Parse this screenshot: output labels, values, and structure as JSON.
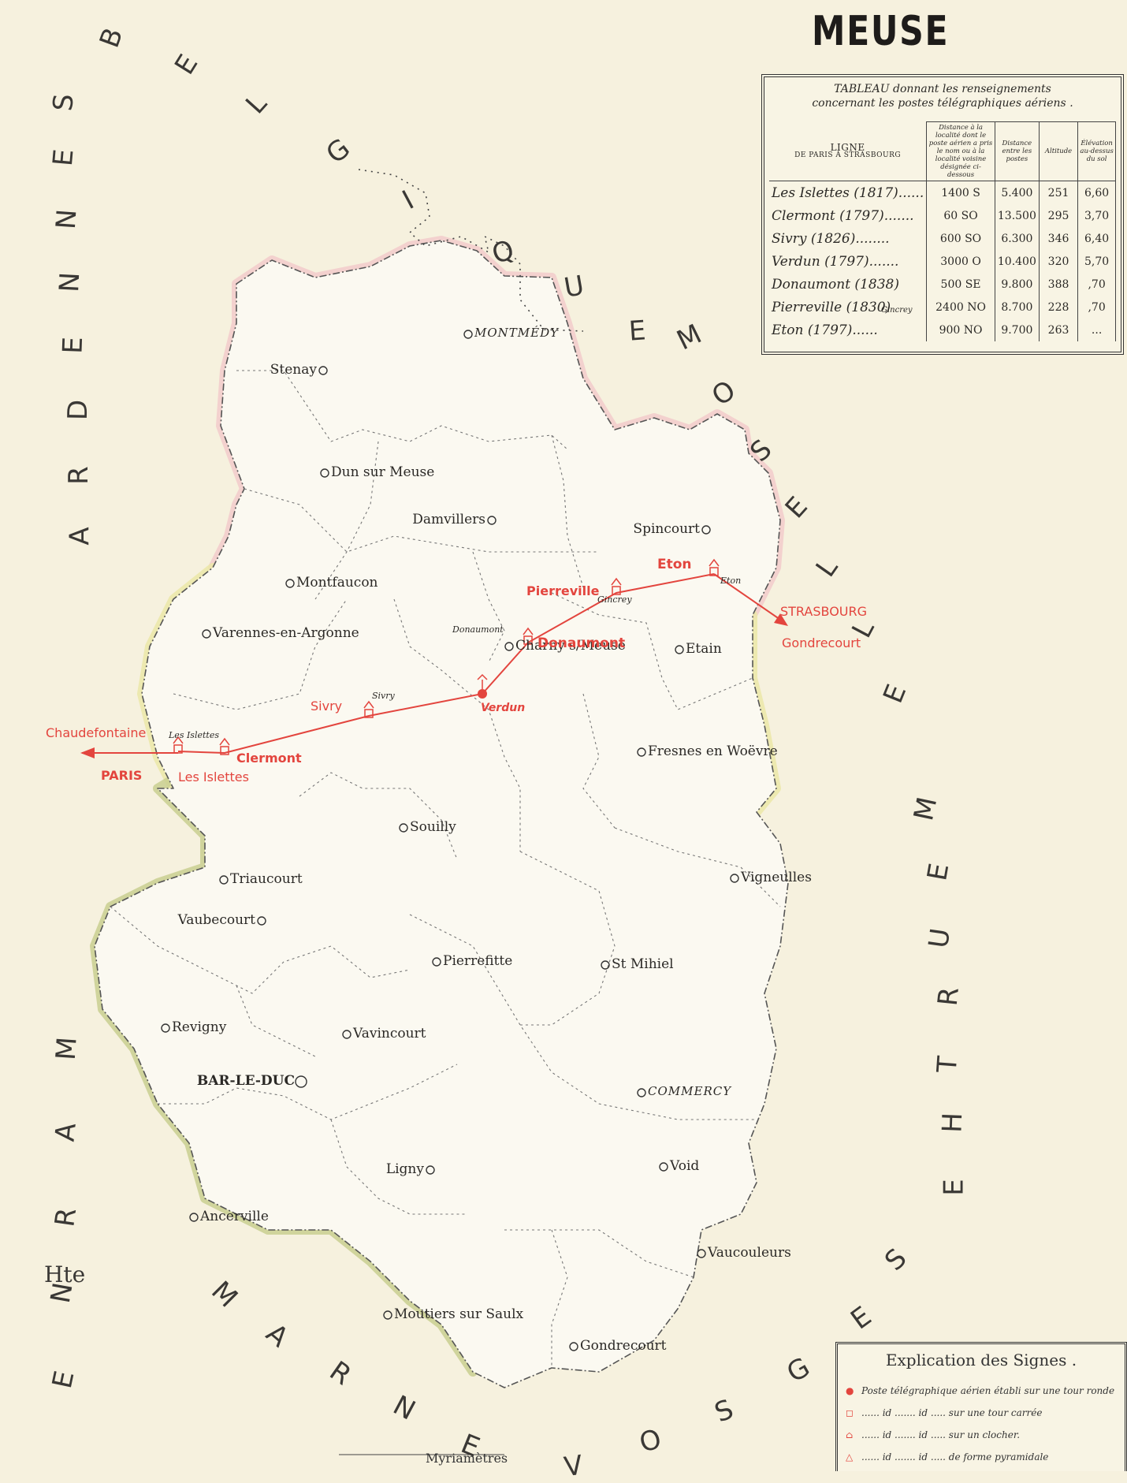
{
  "title": "MEUSE",
  "table": {
    "caption_line1": "TABLEAU donnant les renseignements",
    "caption_line2": "concernant les postes télégraphiques aériens .",
    "line_header": "LIGNE",
    "line_sub": "DE PARIS À STRASBOURG",
    "col_distance_locality": "Distance à la localité dont le poste aérien a pris le nom ou à la localité voisine désignée ci-dessous",
    "col_distance_between": "Distance entre les postes",
    "col_altitude": "Altitude",
    "col_elevation": "Élévation au-dessus du sol",
    "rows": [
      {
        "station": "Les Islettes (1817)......",
        "dist_loc": "1400 S",
        "dist_between": "5.400",
        "altitude": "251",
        "elev": "6,60"
      },
      {
        "station": "Clermont (1797).......",
        "dist_loc": "60 SO",
        "dist_between": "13.500",
        "altitude": "295",
        "elev": "3,70"
      },
      {
        "station": "Sivry (1826)........",
        "dist_loc": "600 SO",
        "dist_between": "6.300",
        "altitude": "346",
        "elev": "6,40"
      },
      {
        "station": "Verdun (1797).......",
        "dist_loc": "3000 O",
        "dist_between": "10.400",
        "altitude": "320",
        "elev": "5,70"
      },
      {
        "station": "Donaumont (1838)",
        "dist_loc": "500 SE",
        "dist_between": "9.800",
        "altitude": "388",
        "elev": ",70"
      },
      {
        "station": "Pierreville (1830)",
        "dist_loc": "2400 NO",
        "dist_between": "8.700",
        "altitude": "228",
        "elev": ",70"
      },
      {
        "station": "Eton (1797)......",
        "dist_loc": "900 NO",
        "dist_between": "9.700",
        "altitude": "263",
        "elev": "..."
      }
    ],
    "gincrey_note": "Gincrey"
  },
  "neighbors": {
    "belgique": [
      "B",
      "E",
      "L",
      "G",
      "I",
      "Q",
      "U",
      "E"
    ],
    "ardennes": [
      "A",
      "R",
      "D",
      "E",
      "N",
      "N",
      "E",
      "S"
    ],
    "moselle": [
      "M",
      "O",
      "S",
      "E",
      "L",
      "L",
      "E"
    ],
    "meurthe": [
      "M",
      "E",
      "U",
      "R",
      "T",
      "H",
      "E"
    ],
    "marne": [
      "M",
      "A",
      "R",
      "N",
      "E"
    ],
    "haute_marne_prefix": "Hte",
    "haute_marne": [
      "M",
      "A",
      "R",
      "N",
      "E"
    ],
    "vosges": [
      "V",
      "O",
      "S",
      "G",
      "E",
      "S"
    ]
  },
  "towns": [
    {
      "name": "MONTMÉDY",
      "style": "italic-caps"
    },
    {
      "name": "Stenay",
      "style": "normal"
    },
    {
      "name": "Dun sur Meuse",
      "style": "normal"
    },
    {
      "name": "Damvillers",
      "style": "normal"
    },
    {
      "name": "Spincourt",
      "style": "normal"
    },
    {
      "name": "Montfaucon",
      "style": "normal"
    },
    {
      "name": "Varennes-en-Argonne",
      "style": "normal"
    },
    {
      "name": "Charny s/Meuse",
      "style": "normal"
    },
    {
      "name": "Etain",
      "style": "normal"
    },
    {
      "name": "Fresnes en Woëvre",
      "style": "normal"
    },
    {
      "name": "Souilly",
      "style": "normal"
    },
    {
      "name": "Triaucourt",
      "style": "normal"
    },
    {
      "name": "Vaubecourt",
      "style": "normal"
    },
    {
      "name": "Vigneulles",
      "style": "normal"
    },
    {
      "name": "Pierrefitte",
      "style": "normal"
    },
    {
      "name": "St Mihiel",
      "style": "normal"
    },
    {
      "name": "Revigny",
      "style": "normal"
    },
    {
      "name": "Vavincourt",
      "style": "normal"
    },
    {
      "name": "BAR-LE-DUC",
      "style": "bold-caps"
    },
    {
      "name": "COMMERCY",
      "style": "italic-caps"
    },
    {
      "name": "Ligny",
      "style": "normal"
    },
    {
      "name": "Void",
      "style": "normal"
    },
    {
      "name": "Ancerville",
      "style": "normal"
    },
    {
      "name": "Vaucouleurs",
      "style": "normal"
    },
    {
      "name": "Moutiers sur Saulx",
      "style": "normal"
    },
    {
      "name": "Gondrecourt",
      "style": "normal"
    }
  ],
  "telegraph": {
    "stations": [
      "Les Islettes",
      "Clermont",
      "Sivry",
      "Verdun",
      "Donaumont",
      "Pierreville",
      "Eton"
    ],
    "small_labels": [
      "Les Islettes",
      "Sivry",
      "Donaumont",
      "Gincrey",
      "Eton"
    ],
    "endpoints": {
      "west_top": "Chaudefontaine",
      "west_bottom": "PARIS",
      "east_top": "STRASBOURG",
      "east_bottom": "Gondrecourt"
    },
    "color": "#e3453e"
  },
  "legend": {
    "title": "Explication des Signes .",
    "rows": [
      "Poste télégraphique aérien établi sur une tour ronde",
      "...... id ....... id ..... sur une tour carrée",
      "...... id ....... id ..... sur un clocher.",
      "...... id ....... id ..... de forme pyramidale"
    ]
  },
  "scale_label": "Myriamètres",
  "colors": {
    "paper": "#f6f1de",
    "north_border": "#f0c4c4",
    "middle_border": "#e9e5a3",
    "south_border": "#c8cf92",
    "telegraph": "#e3453e"
  }
}
